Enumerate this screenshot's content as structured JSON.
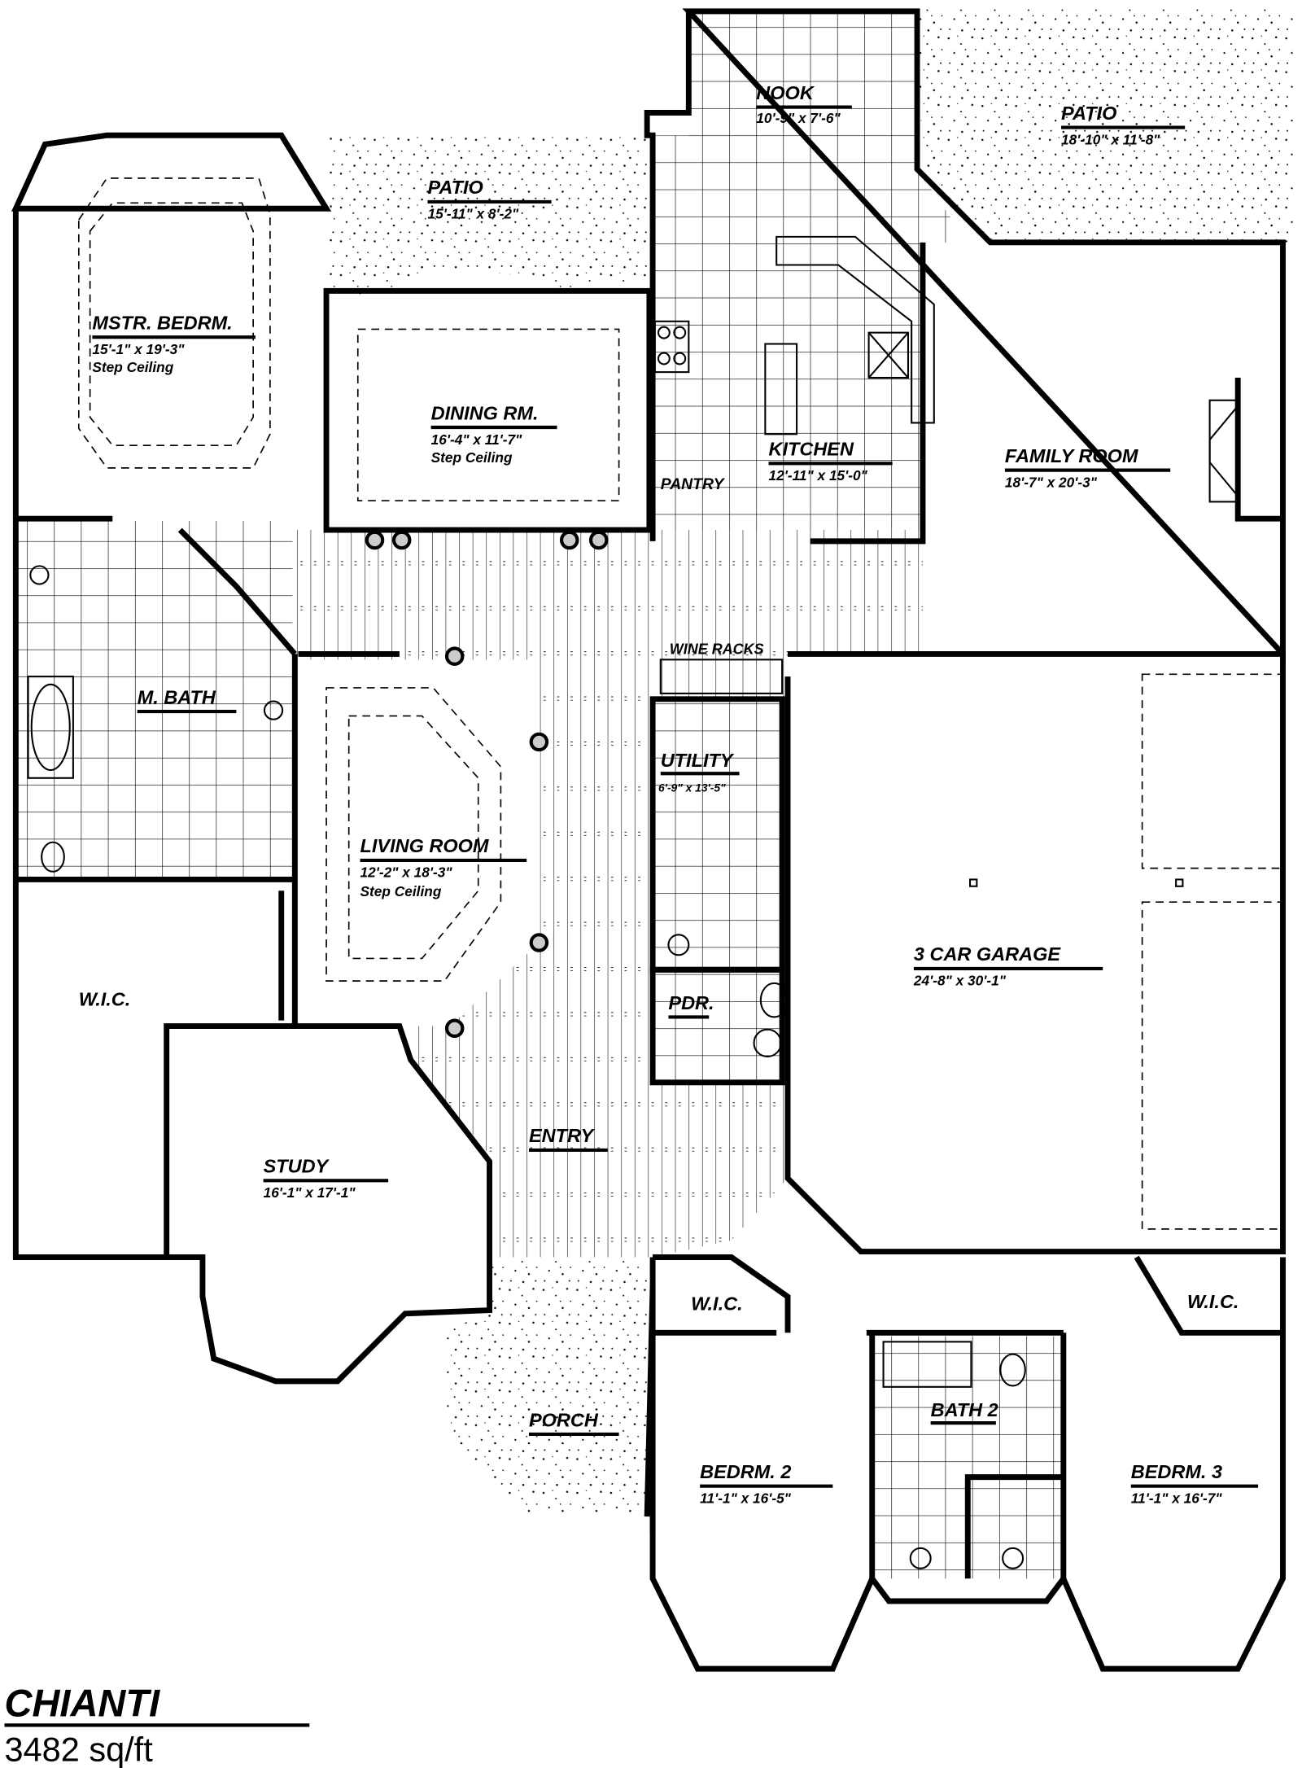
{
  "plan": {
    "name": "CHIANTI",
    "area": "3482 sq/ft"
  },
  "rooms": {
    "nook": {
      "label": "NOOK",
      "dims": "10'-9\" x 7'-6\""
    },
    "patio_rear": {
      "label": "PATIO",
      "dims": "18'-10\" x 11'-8\""
    },
    "patio_master": {
      "label": "PATIO",
      "dims": "15'-11\" x 8'-2\""
    },
    "master_bedroom": {
      "label": "MSTR. BEDRM.",
      "dims": "15'-1\" x 19'-3\"",
      "note": "Step Ceiling"
    },
    "dining": {
      "label": "DINING RM.",
      "dims": "16'-4\" x 11'-7\"",
      "note": "Step Ceiling"
    },
    "kitchen": {
      "label": "KITCHEN",
      "dims": "12'-11\" x 15'-0\""
    },
    "pantry": {
      "label": "PANTRY"
    },
    "family_room": {
      "label": "FAMILY ROOM",
      "dims": "18'-7\" x 20'-3\""
    },
    "master_bath": {
      "label": "M. BATH"
    },
    "wine_racks": {
      "label": "WINE RACKS"
    },
    "utility": {
      "label": "UTILITY",
      "dims": "6'-9\" x 13'-5\""
    },
    "living_room": {
      "label": "LIVING ROOM",
      "dims": "12'-2\" x 18'-3\"",
      "note": "Step Ceiling"
    },
    "garage": {
      "label": "3 CAR GARAGE",
      "dims": "24'-8\" x 30'-1\""
    },
    "master_wic": {
      "label": "W.I.C."
    },
    "powder": {
      "label": "PDR."
    },
    "study": {
      "label": "STUDY",
      "dims": "16'-1\" x 17'-1\""
    },
    "entry": {
      "label": "ENTRY"
    },
    "wic_2": {
      "label": "W.I.C."
    },
    "wic_3": {
      "label": "W.I.C."
    },
    "bath_2": {
      "label": "BATH 2"
    },
    "porch": {
      "label": "PORCH"
    },
    "bedroom_2": {
      "label": "BEDRM. 2",
      "dims": "11'-1\" x 16'-5\""
    },
    "bedroom_3": {
      "label": "BEDRM. 3",
      "dims": "11'-1\" x 16'-7\""
    }
  }
}
